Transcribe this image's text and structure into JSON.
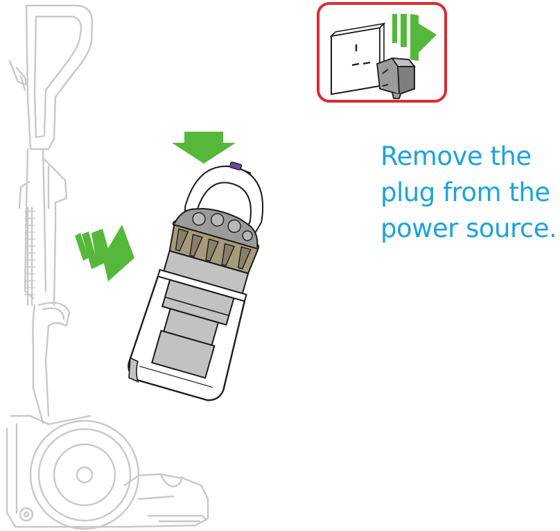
{
  "instruction": {
    "lines": [
      "Remove the",
      "plug from the",
      "power source."
    ]
  },
  "colors": {
    "text_accent": "#1aa3df",
    "arrow_green": "#55b83a",
    "callout_border": "#dc2a2f",
    "purple_button": "#6b4aa0",
    "body_gold": "#a69a7c",
    "ghost_outline": "#c8c8c8",
    "grey_fill": "#c2c2c2"
  },
  "icons": [
    "vacuum-ghost-icon",
    "cyclone-bin-icon",
    "push-down-arrow-icon",
    "push-right-arrow-icon",
    "unplug-arrow-icon",
    "wall-socket-icon",
    "plug-icon"
  ]
}
